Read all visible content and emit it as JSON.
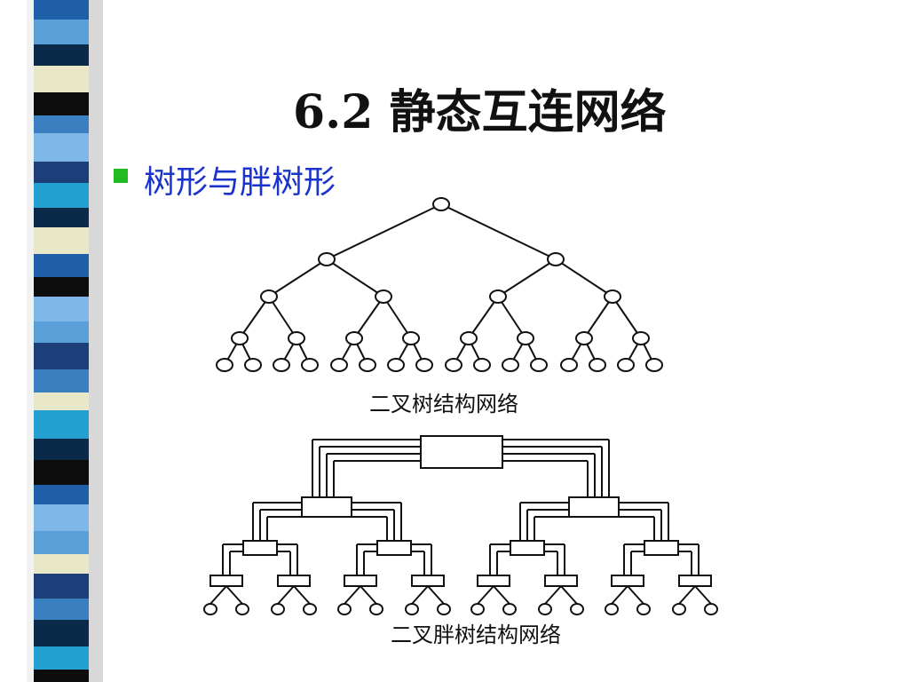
{
  "slide": {
    "title": "6.2 静态互连网络",
    "bullet": "树形与胖树形"
  },
  "diagram": {
    "binary_tree_caption": "二叉树结构网络",
    "fat_tree_caption": "二叉胖树结构网络"
  },
  "colors": {
    "bullet_text": "#1a33cc",
    "bullet_mark": "#22bb22",
    "stripe_palette": [
      "#1e5fa8",
      "#5aa0d8",
      "#0b2a4a",
      "#e8e8c8",
      "#0d0d0d",
      "#3a7fc0",
      "#7fb8e8",
      "#1c3f7a",
      "#22a0d0"
    ]
  }
}
